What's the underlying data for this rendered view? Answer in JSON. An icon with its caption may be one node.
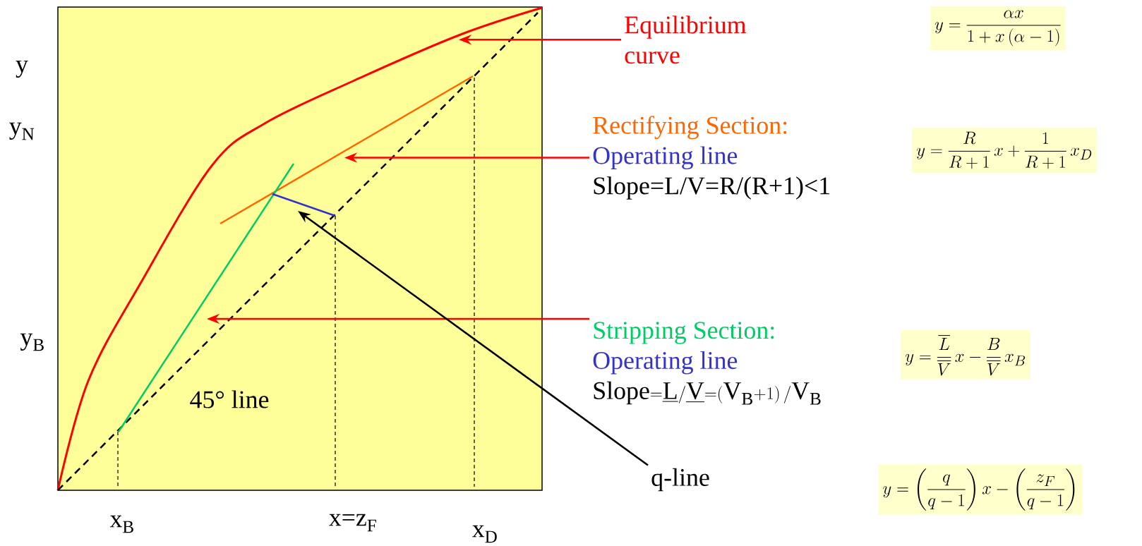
{
  "diagram": {
    "nodes": [
      {
        "text": [
          "Equilibrium curve"
        ]
      },
      {
        "text": [
          "y=\\dfrac{\\alpha x}{1+x\\left(\\alpha-1\\right)}"
        ]
      },
      {
        "text": [
          "Rectifying Section:",
          "Operating line",
          "Slope=L/V=R/(R+1)<1"
        ]
      },
      {
        "text": [
          "y=\\dfrac{R}{R+1}\\,x+\\dfrac{1}{R+1}\\,x_D"
        ]
      },
      {
        "text": [
          "Stripping Section:",
          "Operating line",
          "\\mathrm{Slope}{=}\\underline{\\mathrm{L}}/\\underline{\\mathrm{V}}{=}(\\mathrm{V}_{\\mathrm{B}}{+}1)\\,/\\mathrm{V}_{\\mathrm{B}}"
        ]
      },
      {
        "text": [
          "y=\\dfrac{\\overline{L}}{\\overline{V}}\\,x-\\dfrac{B}{\\overline{V}}\\,x_B"
        ]
      },
      {
        "text": [
          "q-line"
        ]
      },
      {
        "text": [
          "y=\\left(\\dfrac{q}{q-1}\\right)x-\\left(\\dfrac{z_F}{q-1}\\right)"
        ]
      }
    ],
    "edges": [
      {
        "from": 0,
        "to": null,
        "arrow": "to"
      },
      {
        "from": 2,
        "to": null,
        "arrow": "to"
      },
      {
        "from": 4,
        "to": null,
        "arrow": "to"
      },
      {
        "from": 6,
        "to": null,
        "arrow": "to",
        "color": "#000000"
      }
    ],
    "labels": [
      "y",
      "y$_{N}$",
      "y$_{B}$",
      "45° line",
      "x$_{B}$",
      "x=z$_{F}$",
      "x$_{D}$"
    ]
  }
}
